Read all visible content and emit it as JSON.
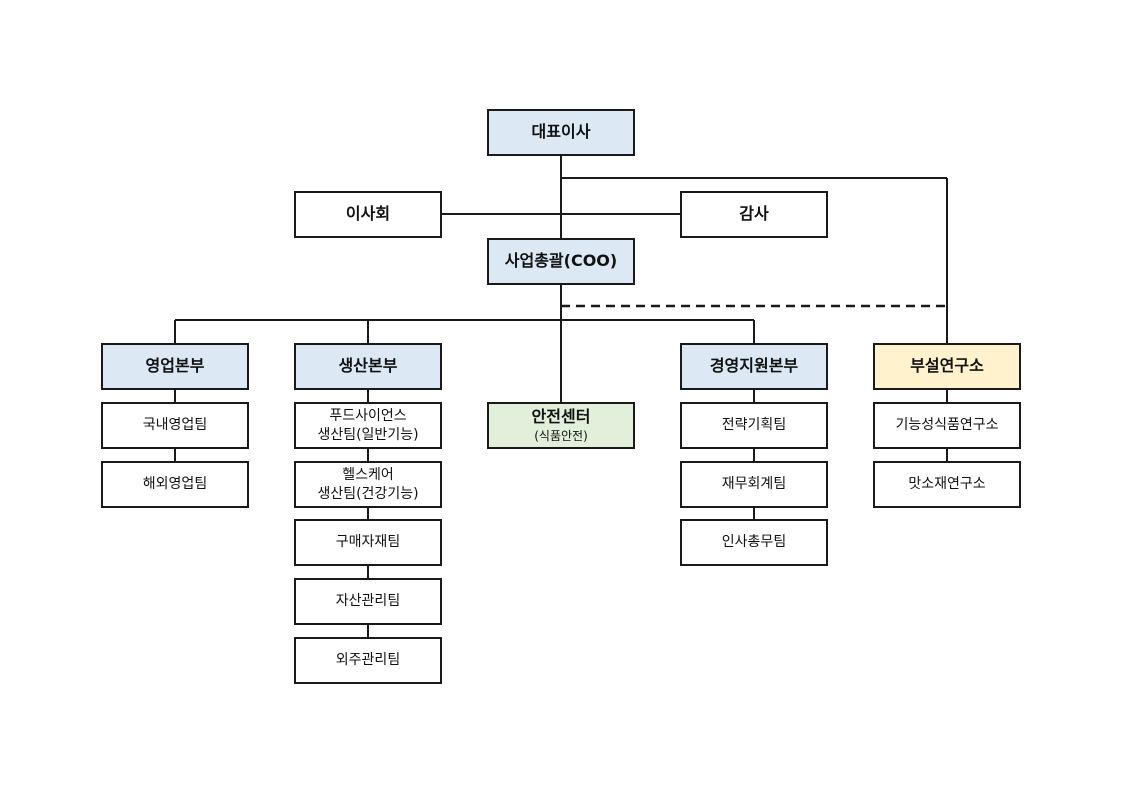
{
  "colors": {
    "line": "#1a1a1a",
    "blue": "#dce9f5",
    "green": "#e2efda",
    "yellow": "#fff2cc"
  },
  "ceo": "대표이사",
  "board": "이사회",
  "audit": "감사",
  "coo": "사업총괄(COO)",
  "sales": {
    "title": "영업본부",
    "teams": [
      "국내영업팀",
      "해외영업팀"
    ]
  },
  "production": {
    "title": "생산본부",
    "teams": [
      {
        "line1": "푸드사이언스",
        "line2": "생산팀(일반기능)"
      },
      {
        "line1": "헬스케어",
        "line2": "생산팀(건강기능)"
      },
      {
        "line1": "구매자재팀"
      },
      {
        "line1": "자산관리팀"
      },
      {
        "line1": "외주관리팀"
      }
    ]
  },
  "safety": {
    "title": "안전센터",
    "sub": "(식품안전)"
  },
  "management": {
    "title": "경영지원본부",
    "teams": [
      "전략기획팀",
      "재무회계팀",
      "인사총무팀"
    ]
  },
  "lab": {
    "title": "부설연구소",
    "teams": [
      "기능성식품연구소",
      "맛소재연구소"
    ]
  }
}
